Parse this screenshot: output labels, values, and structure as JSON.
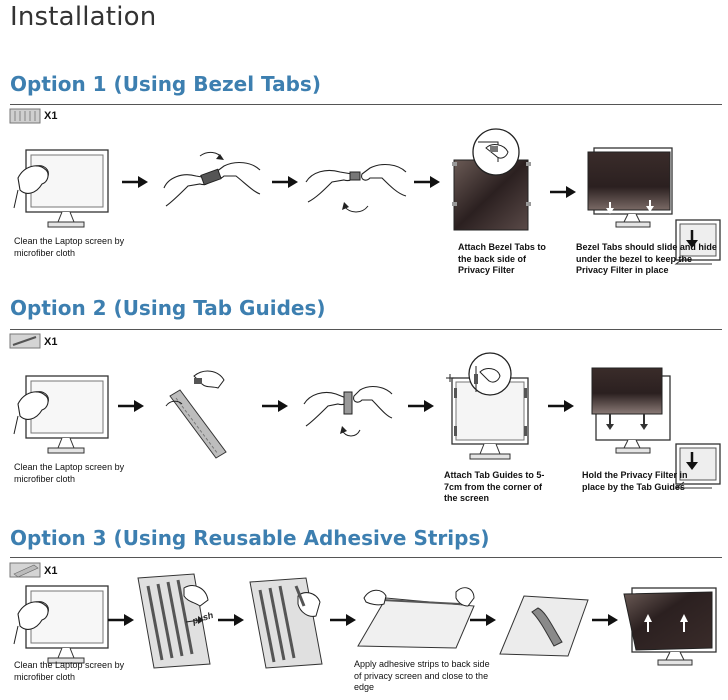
{
  "page": {
    "title": "Installation"
  },
  "options": [
    {
      "title": "Option 1 (Using Bezel Tabs)",
      "quantity": "X1",
      "steps": [
        "Clean the Laptop screen by microfiber cloth",
        "Attach Bezel Tabs to the back side of Privacy Filter",
        "Bezel Tabs should slide and hide under the bezel to keep the Privacy Filter in place"
      ]
    },
    {
      "title": "Option 2 (Using Tab Guides)",
      "quantity": "X1",
      "steps": [
        "Clean the Laptop screen by microfiber cloth",
        "Attach Tab Guides to 5-7cm from the corner of the screen",
        "Hold the Privacy Filter in place by the Tab Guides"
      ]
    },
    {
      "title": "Option 3 (Using Reusable Adhesive Strips)",
      "quantity": "X1",
      "push_label": "push",
      "steps": [
        "Clean the Laptop screen by microfiber cloth",
        "Apply adhesive strips to back side of privacy screen and close to the edge"
      ]
    }
  ],
  "colors": {
    "heading": "#3d7fb0",
    "rule": "#555555",
    "filter": "#2b2020"
  }
}
